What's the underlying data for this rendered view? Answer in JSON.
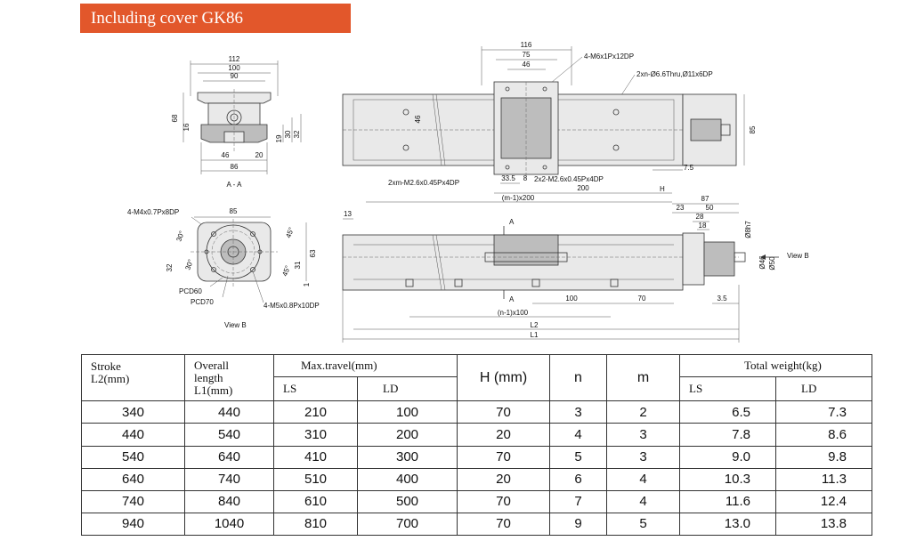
{
  "title": "Including cover GK86",
  "drawing": {
    "aa": {
      "dims_top": [
        "112",
        "100",
        "90"
      ],
      "dims_left": [
        "68",
        "16"
      ],
      "dims_right": [
        "19",
        "30",
        "32"
      ],
      "dims_bottom": [
        "46",
        "20",
        "86"
      ],
      "section_label": "A - A"
    },
    "view_b": {
      "hole_note_top": "4-M4x0.7Px8DP",
      "width": "85",
      "angles": [
        "30°",
        "45°",
        "30°",
        "45°"
      ],
      "heights": [
        "63",
        "31",
        "32",
        "1"
      ],
      "pcd": [
        "PCD60",
        "PCD70"
      ],
      "hole_note_bottom": "4-M5x0.8Px10DP",
      "label": "View B"
    },
    "top_view": {
      "dims_top": [
        "116",
        "75",
        "46"
      ],
      "note_tap": "4-M6x1Px12DP",
      "note_thru": "2xn-Ø6.6Thru,Ø11x6DP",
      "height_left": "46",
      "height_right": "85",
      "note_m": "2xm-M2.6x0.45Px4DP",
      "note_2x2": "2x2-M2.6x0.45Px4DP",
      "dims_bottom": [
        "33.5",
        "8",
        "200",
        "7.5"
      ],
      "pitch_m": "(m-1)x200",
      "label_h": "H"
    },
    "side_view": {
      "dim_13": "13",
      "section_a": [
        "A",
        "A"
      ],
      "dims_bottom": [
        "100",
        "70",
        "3.5"
      ],
      "pitch_n": "(n-1)x100",
      "l2": "L2",
      "l1": "L1",
      "motor_dims": [
        "87",
        "23",
        "50",
        "28",
        "18"
      ],
      "motor_dia": [
        "Ø8h7",
        "Ø46",
        "Ø50"
      ],
      "view_b_arrow": "View B"
    }
  },
  "table": {
    "headers": {
      "stroke": [
        "Stroke",
        "L2(mm)"
      ],
      "overall": [
        "Overall",
        "length",
        "L1(mm)"
      ],
      "max_travel": "Max.travel(mm)",
      "ls": "LS",
      "ld": "LD",
      "h": "H (mm)",
      "n": "n",
      "m": "m",
      "total_weight": "Total weight(kg)",
      "w_ls": "LS",
      "w_ld": "LD"
    },
    "rows": [
      [
        "340",
        "440",
        "210",
        "100",
        "70",
        "3",
        "2",
        "6.5",
        "7.3"
      ],
      [
        "440",
        "540",
        "310",
        "200",
        "20",
        "4",
        "3",
        "7.8",
        "8.6"
      ],
      [
        "540",
        "640",
        "410",
        "300",
        "70",
        "5",
        "3",
        "9.0",
        "9.8"
      ],
      [
        "640",
        "740",
        "510",
        "400",
        "20",
        "6",
        "4",
        "10.3",
        "11.3"
      ],
      [
        "740",
        "840",
        "610",
        "500",
        "70",
        "7",
        "4",
        "11.6",
        "12.4"
      ],
      [
        "940",
        "1040",
        "810",
        "700",
        "70",
        "9",
        "5",
        "13.0",
        "13.8"
      ]
    ]
  }
}
